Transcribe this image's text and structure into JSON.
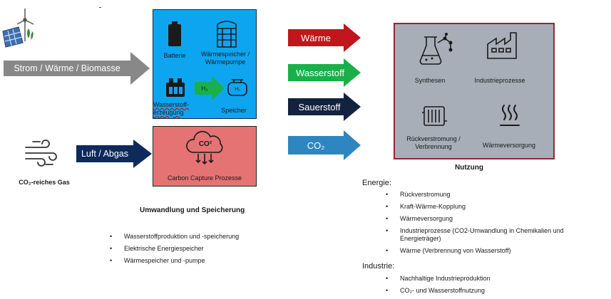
{
  "inputs": {
    "strom_label": "Strom / Wärme / Biomasse",
    "luft_label": "Luft / Abgas",
    "co2_gas_label": "CO₂-reiches Gas"
  },
  "conversion_box": {
    "batterie": "Batterie",
    "waermespeicher": "Wärmespeicher / Wärmepumpe",
    "wasserstofferzeugung": "Wasserstoff-erzeugung",
    "speicher": "Speicher",
    "h2_arrow": "H₂",
    "h2_tank": "H₂"
  },
  "capture_box": {
    "label": "Carbon Capture Prozesse",
    "icon_text": "CO²"
  },
  "outputs": {
    "waerme": "Wärme",
    "wasserstoff": "Wasserstoff",
    "sauerstoff": "Sauerstoff",
    "co2": "CO₂"
  },
  "usage_box": {
    "synthesen": "Synthesen",
    "industrieprozesse": "Industrieprozesse",
    "rueckverstromung": "Rückverstromung / Verbrennung",
    "waermeversorgung": "Wärmeversorgung"
  },
  "left_section": {
    "title": "Umwandlung und Speicherung",
    "items": [
      "Wasserstoffproduktion und -speicherung",
      "Elektrische Energiespeicher",
      "Wärmespeicher und -pumpe"
    ]
  },
  "right_section": {
    "title": "Nutzung",
    "energie_heading": "Energie:",
    "energie_items": [
      "Rückverstromung",
      "Kraft-Wärme-Kopplung",
      "Wärmeversorgung",
      "Industrieprozesse (CO2-Umwandlung in Chemikalien und Energieträger)",
      "Wärme (Verbrennung von Wasserstoff)"
    ],
    "industrie_heading": "Industrie:",
    "industrie_items": [
      "Nachhaltige Industrieproduktion",
      "CO₂- und Wasserstoffnutzung"
    ]
  },
  "colors": {
    "gray_arrow": "#888888",
    "navy": "#0d2a5a",
    "red": "#c0161c",
    "green": "#19b04b",
    "dark_navy": "#13233f",
    "blue": "#2e86c1"
  }
}
